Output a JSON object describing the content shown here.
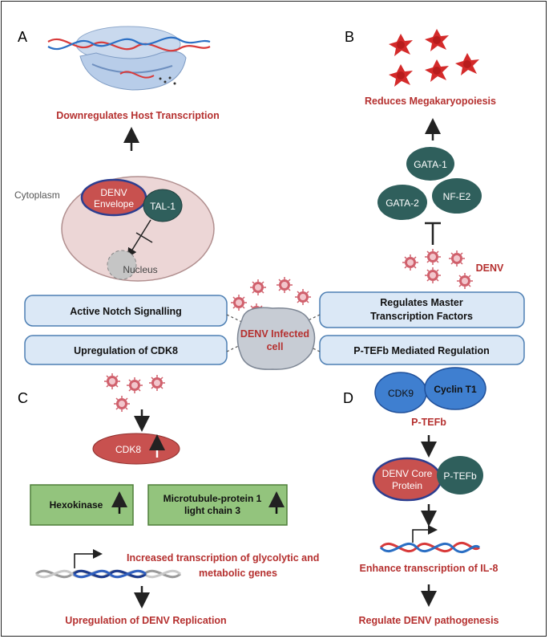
{
  "panels": [
    "A",
    "B",
    "C",
    "D"
  ],
  "panel_a": {
    "downregulates": "Downregulates Host Transcription",
    "cytoplasm": "Cytoplasm",
    "denv_envelope_1": "DENV",
    "denv_envelope_2": "Envelope",
    "tal1": "TAL-1",
    "nucleus": "Nucleus"
  },
  "panel_b": {
    "reduces": "Reduces Megakaryopoiesis",
    "gata1": "GATA-1",
    "gata2": "GATA-2",
    "nfe2": "NF-E2",
    "denv": "DENV"
  },
  "center": {
    "active_notch": "Active Notch Signalling",
    "upregulation_cdk8": "Upregulation of CDK8",
    "regulates_1": "Regulates Master",
    "regulates_2": "Transcription Factors",
    "ptefb_reg": "P-TEFb Mediated Regulation",
    "infected_1": "DENV Infected",
    "infected_2": "cell"
  },
  "panel_c": {
    "cdk8": "CDK8",
    "hexokinase": "Hexokinase",
    "microtubule_1": "Microtubule-protein 1",
    "microtubule_2": "light chain 3",
    "increased_1": "Increased transcription of glycolytic and",
    "increased_2": "metabolic genes",
    "upregulation_rep": "Upregulation of DENV Replication"
  },
  "panel_d": {
    "cdk9": "CDK9",
    "cyclin": "Cyclin T1",
    "ptefb": "P-TEFb",
    "core_1": "DENV Core",
    "core_2": "Protein",
    "ptefb_small": "P-TEFb",
    "enhance": "Enhance transcription of IL-8",
    "regulate": "Regulate DENV pathogenesis"
  },
  "colors": {
    "accent_red": "#b5302f",
    "teal": "#2f5f5c",
    "box_blue": "#dbe8f6",
    "box_green": "#93c47d",
    "cell_pink": "#ecd6d6"
  }
}
